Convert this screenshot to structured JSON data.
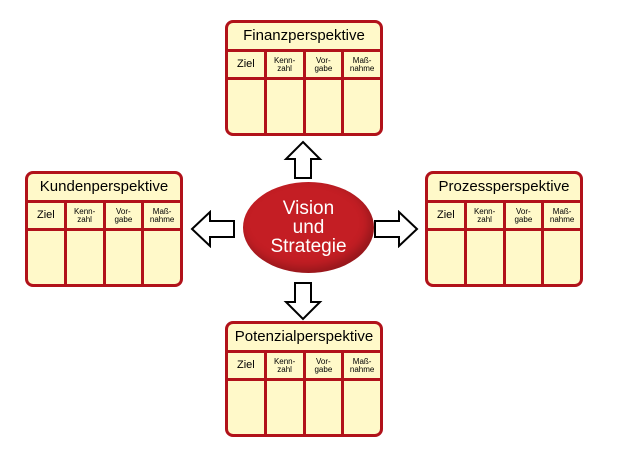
{
  "center": {
    "label": "Vision\nund\nStrategie"
  },
  "perspectives": {
    "top": {
      "title": "Finanzperspektive",
      "columns": [
        "Ziel",
        "Kenn-\nzahl",
        "Vor-\ngabe",
        "Maß-\nnahme"
      ]
    },
    "left": {
      "title": "Kundenperspektive",
      "columns": [
        "Ziel",
        "Kenn-\nzahl",
        "Vor-\ngabe",
        "Maß-\nnahme"
      ]
    },
    "right": {
      "title": "Prozessperspektive",
      "columns": [
        "Ziel",
        "Kenn-\nzahl",
        "Vor-\ngabe",
        "Maß-\nnahme"
      ]
    },
    "bottom": {
      "title": "Potenzialperspektive",
      "columns": [
        "Ziel",
        "Kenn-\nzahl",
        "Vor-\ngabe",
        "Maß-\nnahme"
      ]
    }
  },
  "colors": {
    "border": "#b1121a",
    "box_fill": "#fff9c9",
    "ellipse": "#c41e24",
    "ellipse_text": "#ffffff"
  }
}
